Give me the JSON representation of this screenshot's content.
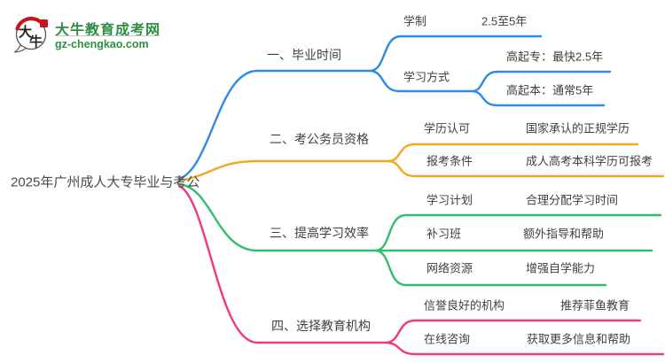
{
  "site": {
    "logo_title": "大牛教育成考网",
    "logo_domain": "gz-chengkao.com",
    "logo_icon_char1": "大",
    "logo_icon_char2": "牛",
    "brand_green": "#2E8F43",
    "brand_red": "#C8161D"
  },
  "mindmap": {
    "root": {
      "label": "2025年广州成人大专毕业与考公"
    },
    "branches": [
      {
        "label": "一、毕业时间",
        "color": "#2E8AE5",
        "children": [
          {
            "label": "学制",
            "value": "2.5至5年"
          },
          {
            "label": "学习方式",
            "children": [
              {
                "label": "高起专：最快2.5年"
              },
              {
                "label": "高起本：通常5年"
              }
            ]
          }
        ]
      },
      {
        "label": "二、考公务员资格",
        "color": "#F5A623",
        "children": [
          {
            "label": "学历认可",
            "value": "国家承认的正规学历"
          },
          {
            "label": "报考条件",
            "value": "成人高考本科学历可报考"
          }
        ]
      },
      {
        "label": "三、提高学习效率",
        "color": "#35BD6F",
        "children": [
          {
            "label": "学习计划",
            "value": "合理分配学习时间"
          },
          {
            "label": "补习班",
            "value": "额外指导和帮助"
          },
          {
            "label": "网络资源",
            "value": "增强自学能力"
          }
        ]
      },
      {
        "label": "四、选择教育机构",
        "color": "#F13A7A",
        "children": [
          {
            "label": "信誉良好的机构",
            "value": "推荐菲鱼教育"
          },
          {
            "label": "在线咨询",
            "value": "获取更多信息和帮助"
          }
        ]
      }
    ]
  }
}
